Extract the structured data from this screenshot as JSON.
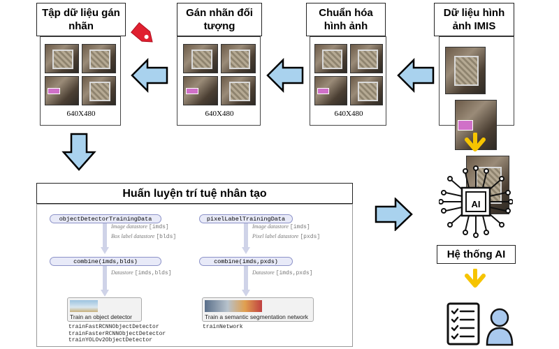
{
  "stages": {
    "imis": "Dữ liệu hình ảnh IMIS",
    "normalize": "Chuẩn hóa hình ảnh",
    "label": "Gán nhãn đối tượng",
    "dataset": "Tập dữ liệu gán nhãn"
  },
  "resolution": "640X480",
  "training": {
    "title": "Huấn luyện trí tuệ nhân tạo",
    "left": {
      "top_node": "objectDetectorTrainingData",
      "label1": "Image datastore",
      "label1_code": "[imds]",
      "label2": "Box label datastore",
      "label2_code": "[blds]",
      "mid_node": "combine(imds,blds)",
      "label3": "Datastore",
      "label3_code": "[imds,blds]",
      "card": "Train an object detector",
      "functions": [
        "trainFastRCNNObjectDetector",
        "trainFasterRCNNObjectDetector",
        "trainYOLOv2ObjectDetector"
      ]
    },
    "right": {
      "top_node": "pixelLabelTrainingData",
      "label1": "Image datastore",
      "label1_code": "[imds]",
      "label2": "Pixel label datastore",
      "label2_code": "[pxds]",
      "mid_node": "combine(imds,pxds)",
      "label3": "Datastore",
      "label3_code": "[imds,pxds]",
      "card": "Train a semantic segmentation network",
      "functions": [
        "trainNetwork"
      ]
    }
  },
  "ai": {
    "chip_text": "AI",
    "system_label": "Hệ thống AI"
  },
  "colors": {
    "arrow_blue": "#a9d2ee",
    "arrow_outline": "#000000",
    "arrow_yellow": "#f6c400",
    "tag_red": "#e02030",
    "user_blue": "#a9c9ee"
  }
}
